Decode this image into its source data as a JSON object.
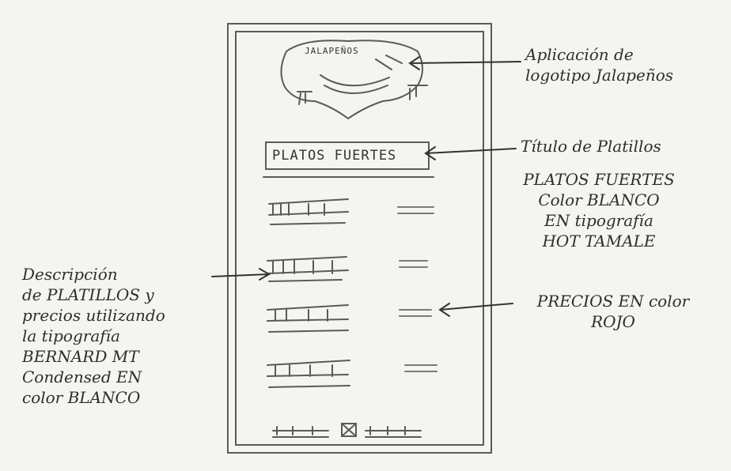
{
  "menu_mockup": {
    "logo_text": "JALAPEÑOS",
    "section_title": "PLATOS FUERTES",
    "item_count": 4
  },
  "annotations": {
    "logo": [
      "Aplicación de",
      "logotipo Jalapeños"
    ],
    "title": [
      "Título de Platillos",
      "PLATOS FUERTES",
      "Color BLANCO",
      "EN tipografía",
      "HOT TAMALE"
    ],
    "description": [
      "Descripción",
      "de PLATILLOS y",
      "precios utilizando",
      "la tipografía",
      "BERNARD MT",
      "Condensed EN",
      "color BLANCO"
    ],
    "prices": [
      "PRECIOS EN color",
      "ROJO"
    ]
  }
}
